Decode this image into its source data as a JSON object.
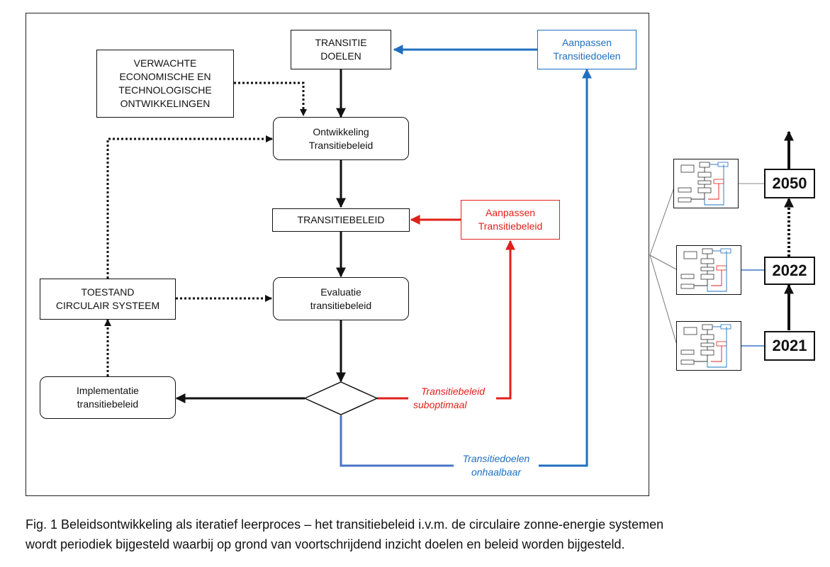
{
  "diagram": {
    "boxes": {
      "transitie_doelen": [
        "TRANSITIE",
        "DOELEN"
      ],
      "verwachte": [
        "VERWACHTE",
        "ECONOMISCHE EN",
        "TECHNOLOGISCHE",
        "ONTWIKKELINGEN"
      ],
      "ontwikkeling": [
        "Ontwikkeling",
        "Transitiebeleid"
      ],
      "transitiebeleid": "TRANSITIEBELEID",
      "evaluatie": [
        "Evaluatie",
        "transitiebeleid"
      ],
      "toestand": [
        "TOESTAND",
        "CIRCULAIR SYSTEEM"
      ],
      "implementatie": [
        "Implementatie",
        "transitiebeleid"
      ],
      "aanpassen_doelen": [
        "Aanpassen",
        "Transitiedoelen"
      ],
      "aanpassen_beleid": [
        "Aanpassen",
        "Transitiebeleid"
      ]
    },
    "edge_labels": {
      "suboptimaal": [
        "Transitiebeleid",
        "suboptimaal"
      ],
      "onhaalbaar": [
        "Transitiedoelen",
        "onhaalbaar"
      ]
    },
    "colors": {
      "black": "#111111",
      "blue": "#1f6fc0",
      "red": "#e0201b"
    }
  },
  "timeline": {
    "years": [
      "2050",
      "2022",
      "2021"
    ]
  },
  "caption": {
    "line1": "Fig. 1 Beleidsontwikkeling als iteratief leerproces – het transitiebeleid i.v.m. de circulaire zonne-energie systemen",
    "line2": "wordt periodiek bijgesteld waarbij op grond van voortschrijdend inzicht doelen en beleid worden bijgesteld."
  }
}
